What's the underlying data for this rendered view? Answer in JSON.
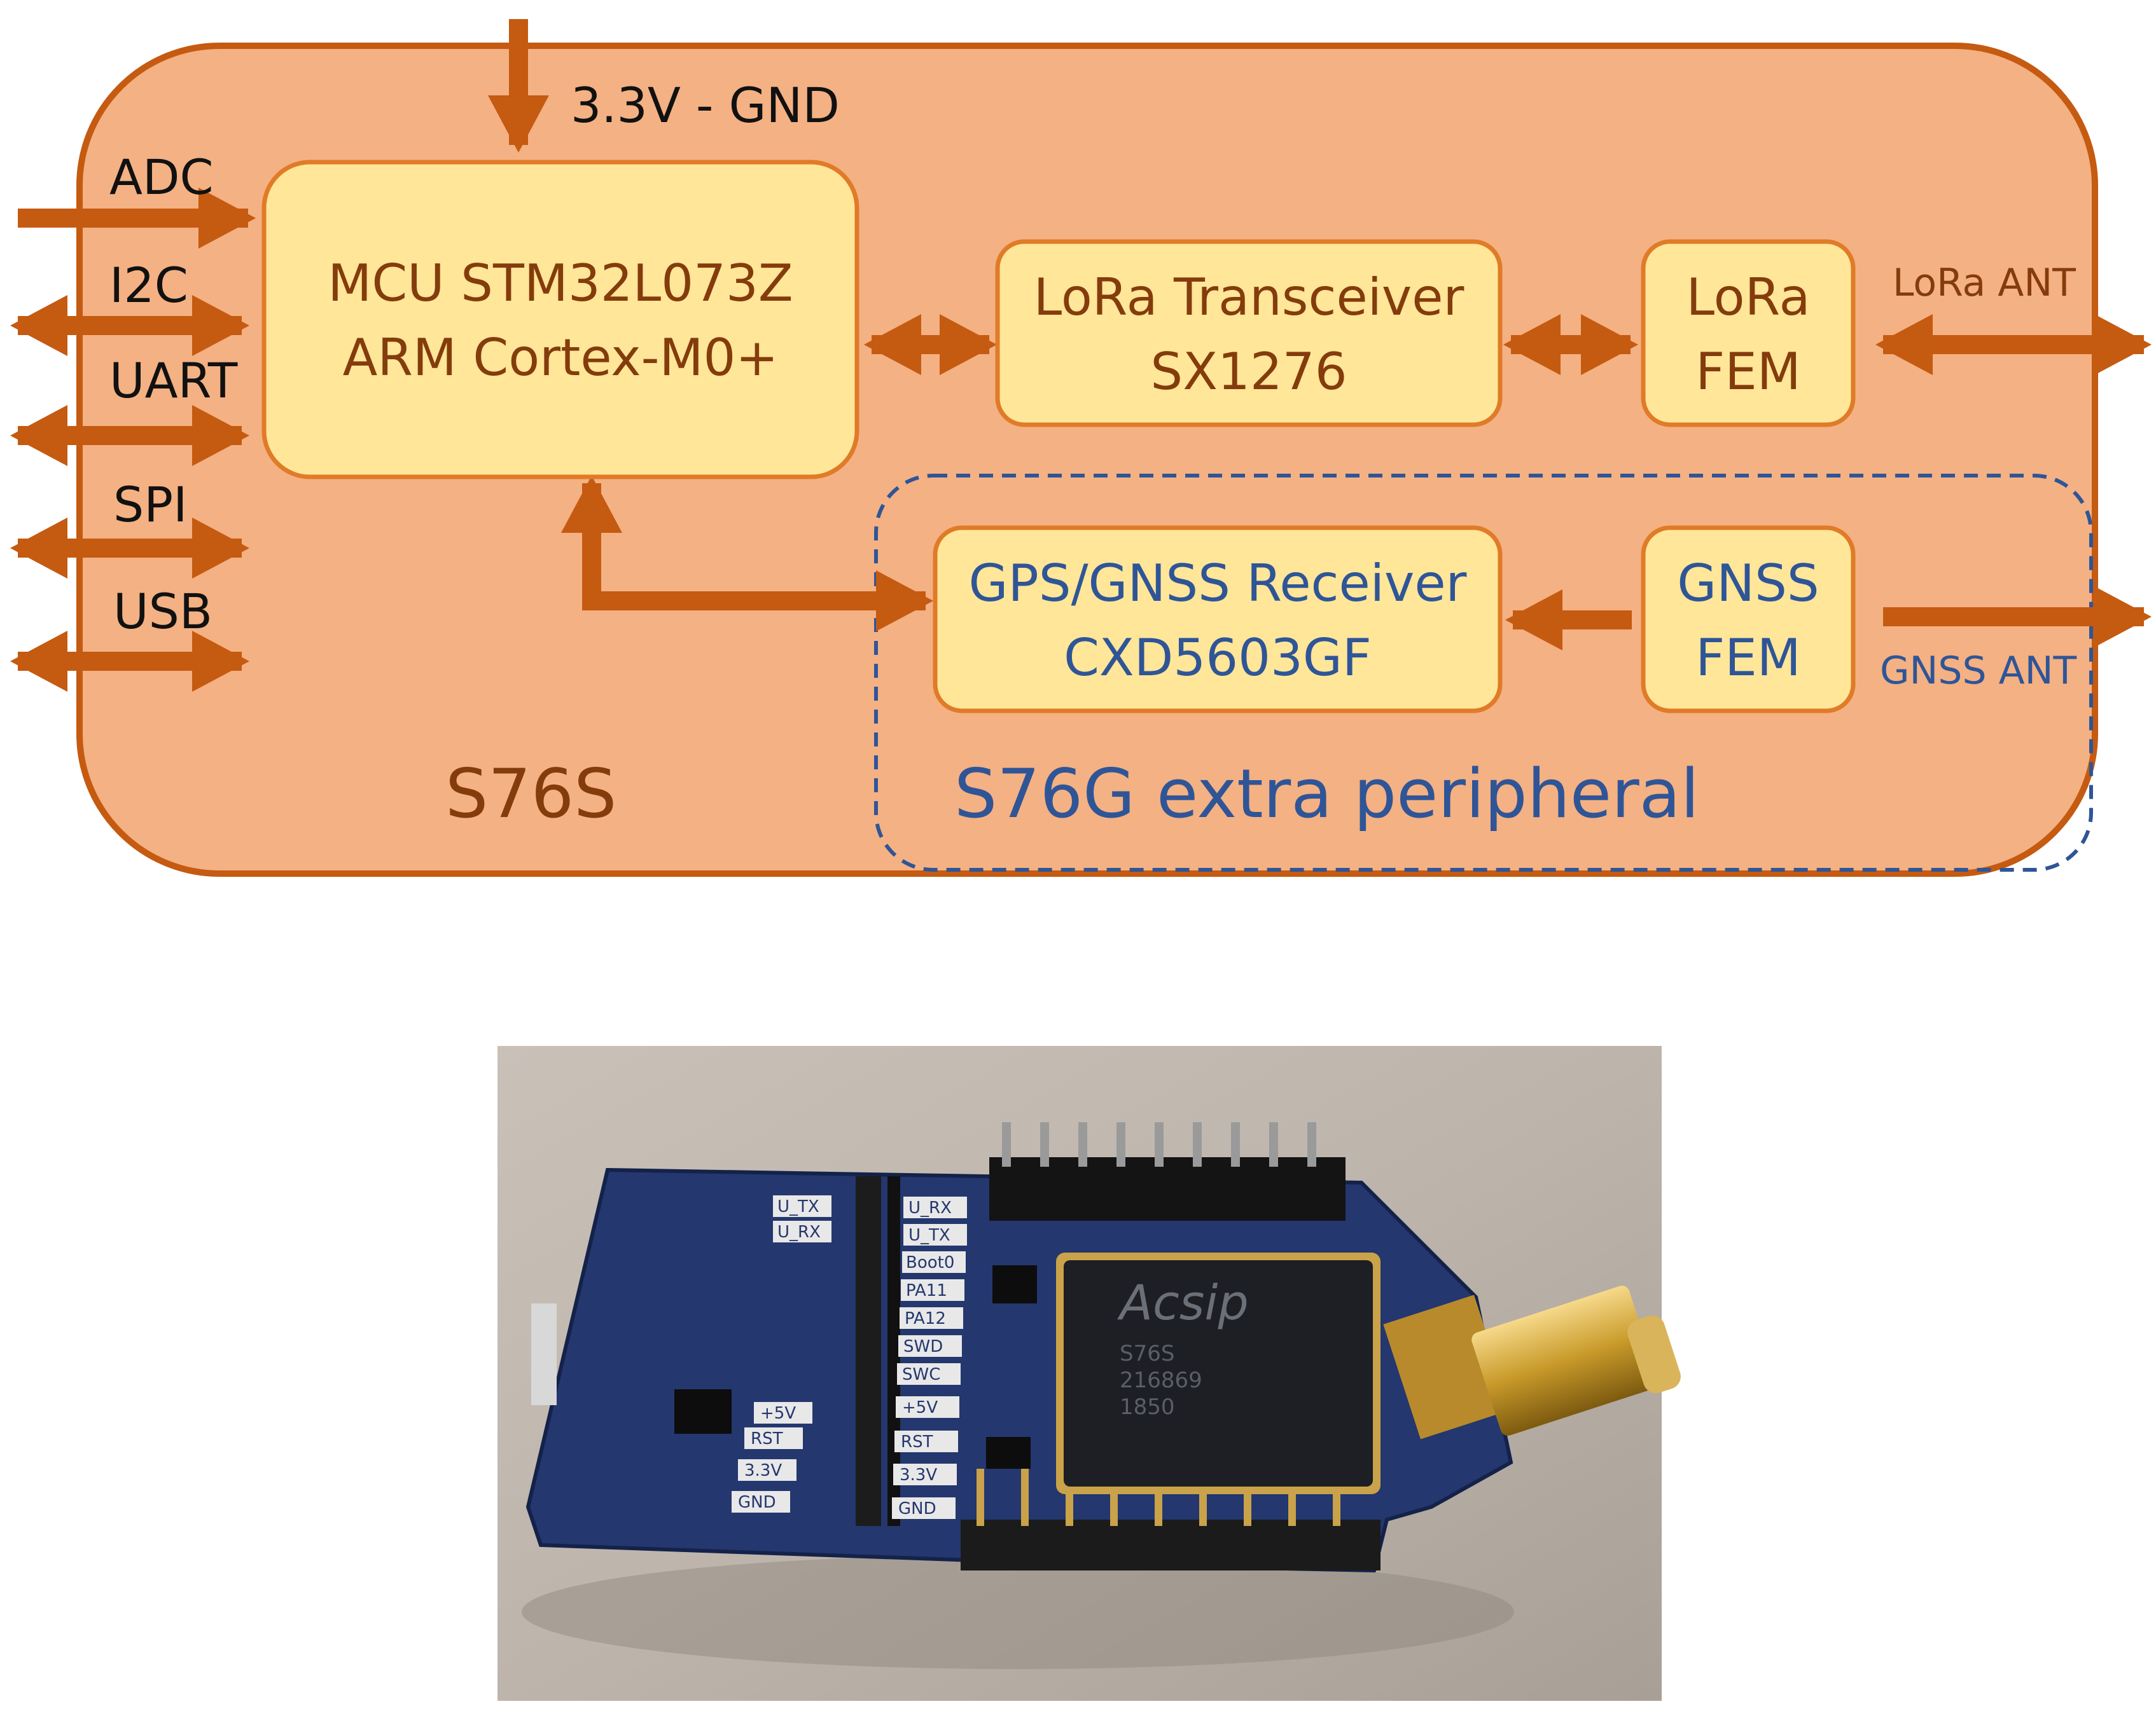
{
  "colors": {
    "module_fill": "#f4b183",
    "module_stroke": "#c55a11",
    "arrow": "#c55a11",
    "block_fill": "#ffe699",
    "block_stroke": "#e07b28",
    "text_brown": "#843c0c",
    "text_blue": "#2f5597",
    "dashed_blue": "#2f5597",
    "label_black": "#111111"
  },
  "power": {
    "label": "3.3V - GND"
  },
  "interfaces": [
    "ADC",
    "I2C",
    "UART",
    "SPI",
    "USB"
  ],
  "blocks": {
    "mcu": {
      "line1": "MCU STM32L073Z",
      "line2": "ARM Cortex-M0+"
    },
    "lora_transceiver": {
      "line1": "LoRa Transceiver",
      "line2": "SX1276"
    },
    "lora_fem": {
      "line1": "LoRa",
      "line2": "FEM"
    },
    "gnss_receiver": {
      "line1": "GPS/GNSS Receiver",
      "line2": "CXD5603GF"
    },
    "gnss_fem": {
      "line1": "GNSS",
      "line2": "FEM"
    }
  },
  "antennas": {
    "lora": "LoRa ANT",
    "gnss": "GNSS ANT"
  },
  "module_label": "S76S",
  "extra_label": "S76G extra peripheral",
  "photo": {
    "board_labels_left": [
      "U_TX",
      "U_RX",
      "+5V",
      "RST",
      "3.3V",
      "GND"
    ],
    "board_labels_right": [
      "U_RX",
      "U_TX",
      "Boot0",
      "PA11",
      "PA12",
      "SWD",
      "SWC",
      "+5V",
      "RST",
      "3.3V",
      "GND"
    ],
    "chip_brand": "Acsip",
    "chip_marking": [
      "S76S",
      "216869",
      "1850"
    ]
  }
}
